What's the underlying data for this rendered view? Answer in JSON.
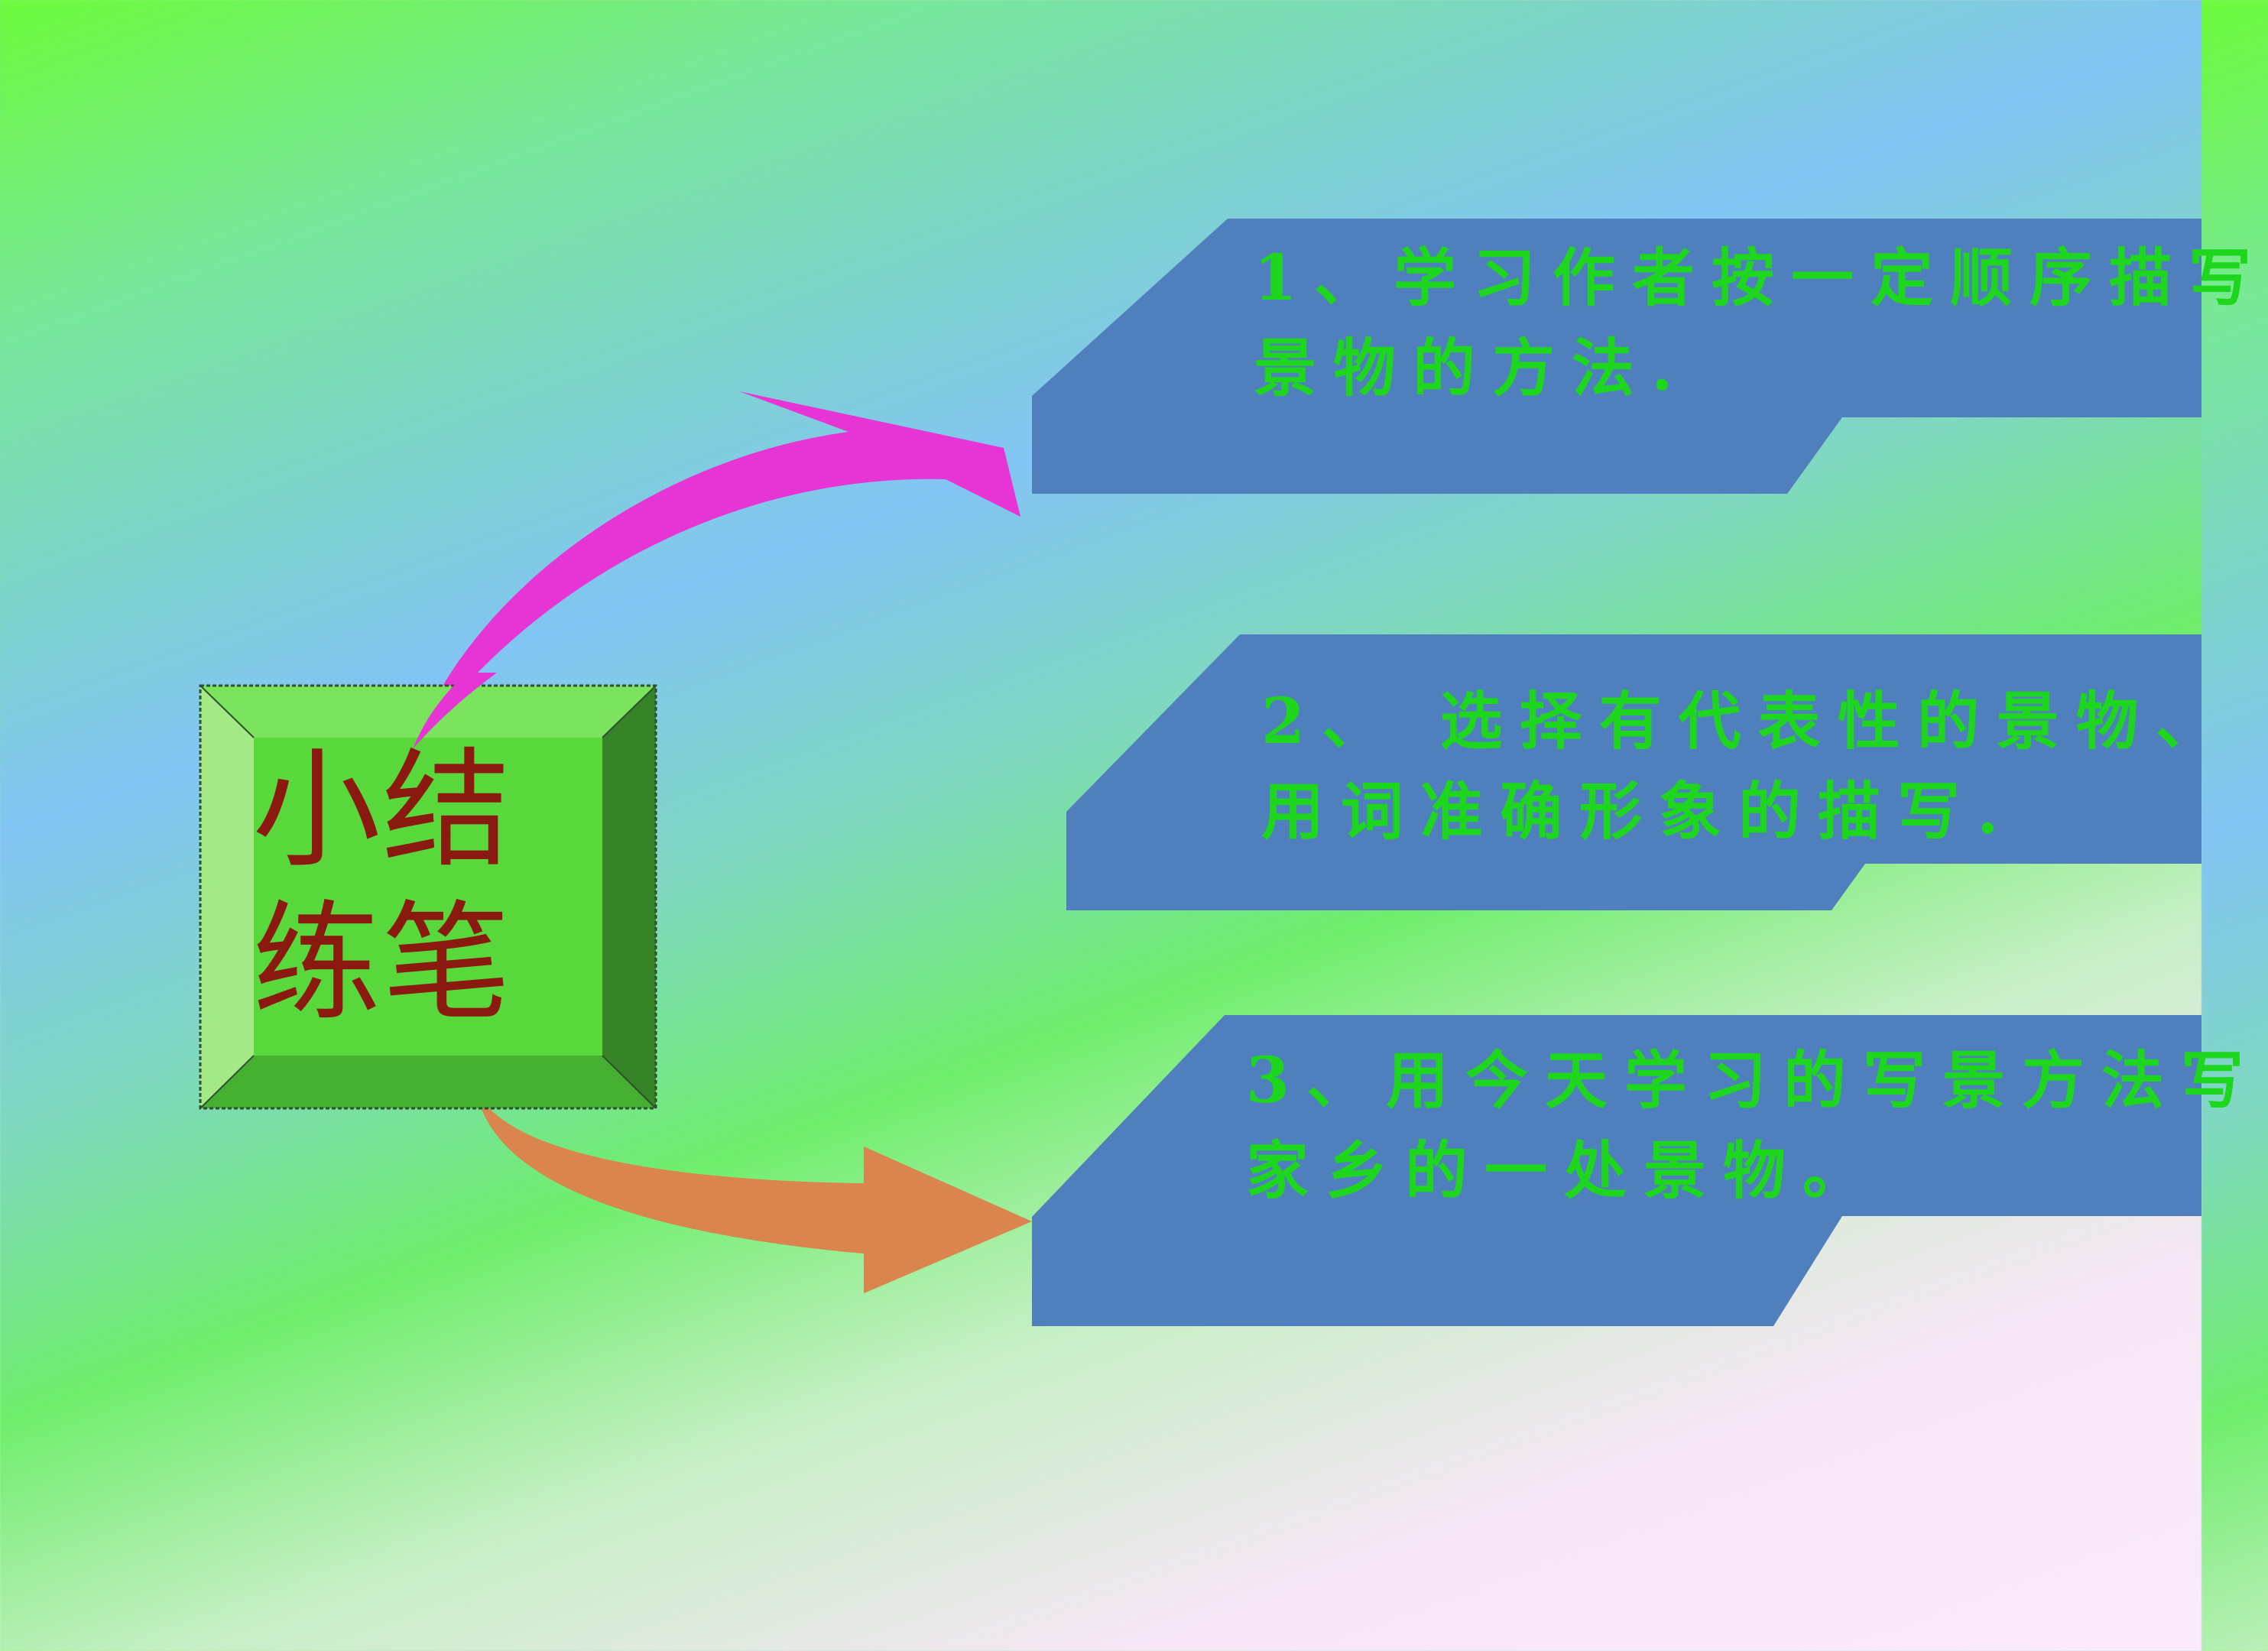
{
  "title_box": {
    "lines": [
      "小结",
      "练笔"
    ]
  },
  "items": [
    {
      "line1": "1、学习作者按一定顺序描写",
      "line2": "景物的方法."
    },
    {
      "line1": "2、 选择有代表性的景物、",
      "line2": "用词准确形象的描写."
    },
    {
      "line1": "3、用今天学习的写景方法写",
      "line2": "家乡的一处景物。"
    }
  ],
  "colors": {
    "panel": "#4f7fbc",
    "box_face": "#59d83b",
    "title_text": "#8a1a10",
    "item_text": "#1ed61e",
    "arrow_top": "#e635d4",
    "arrow_bottom": "#d9854d"
  }
}
